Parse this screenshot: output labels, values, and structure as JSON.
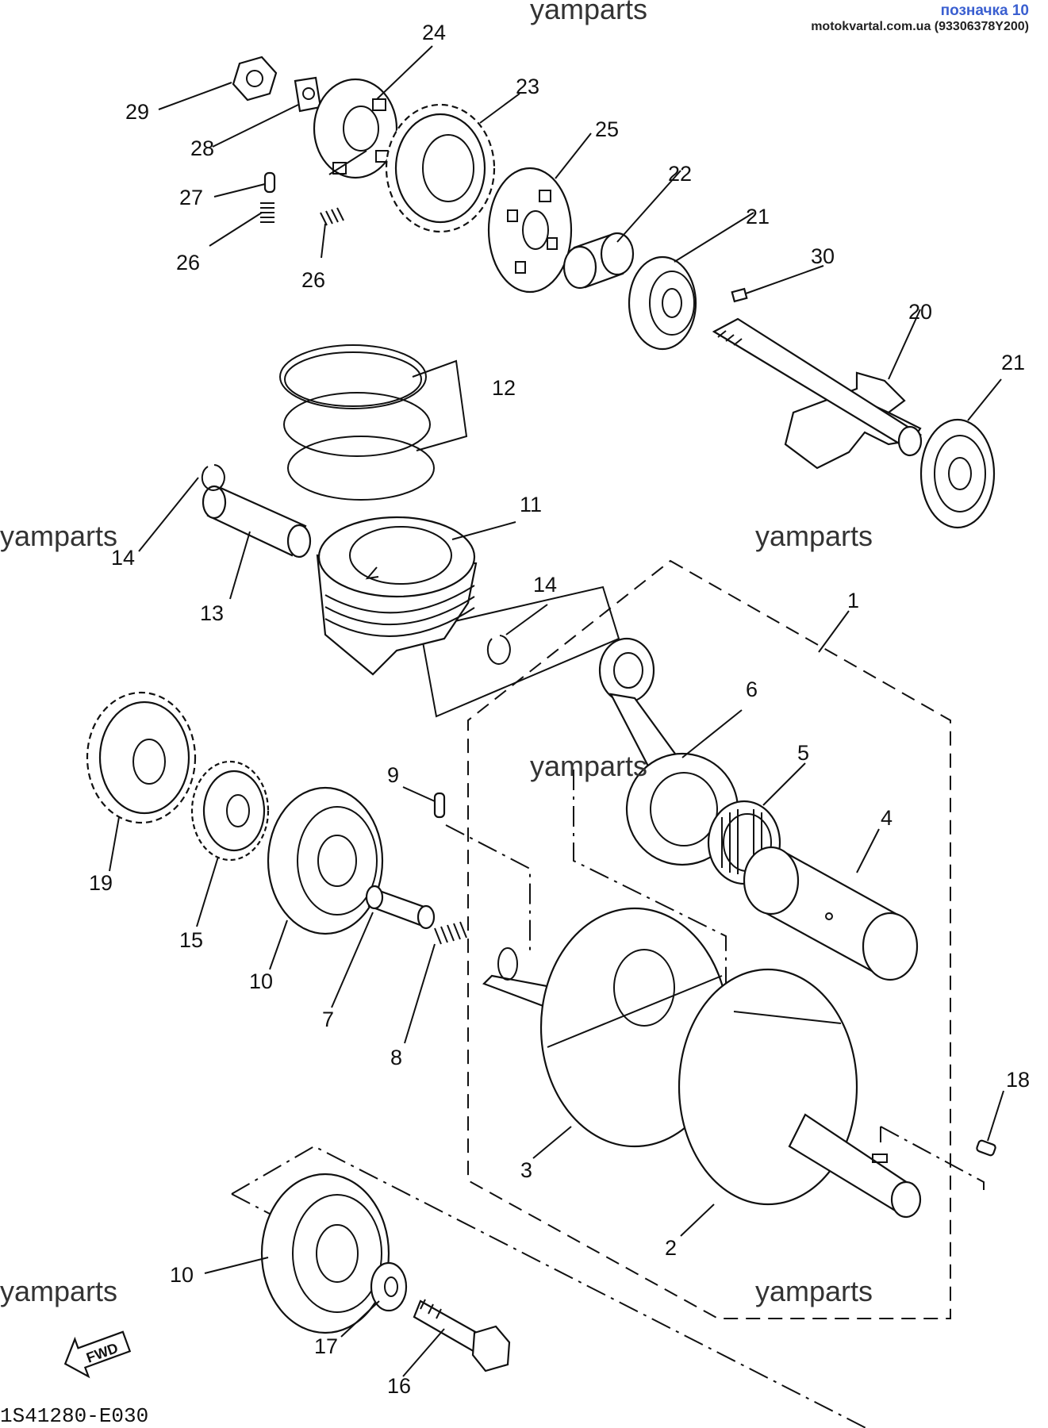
{
  "header": {
    "label": "позначка 10",
    "site": "motokvartal.com.ua (93306378Y200)"
  },
  "watermark": "yamparts",
  "diagram_code": "1S41280-E030",
  "fwd_label": "FWD",
  "callouts": [
    "1",
    "2",
    "3",
    "4",
    "5",
    "6",
    "7",
    "8",
    "9",
    "10",
    "10",
    "11",
    "12",
    "13",
    "14",
    "14",
    "15",
    "16",
    "17",
    "18",
    "19",
    "20",
    "21",
    "21",
    "22",
    "23",
    "24",
    "25",
    "26",
    "26",
    "27",
    "28",
    "29",
    "30"
  ]
}
